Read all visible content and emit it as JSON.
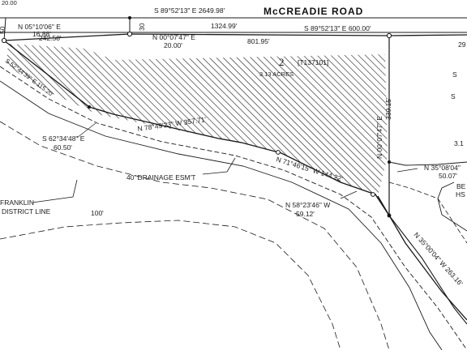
{
  "road": {
    "name": "McCREADIE ROAD"
  },
  "top_calls": {
    "road_total": "S 89°52'13\" E 2649.98'",
    "road_segment": "1324.99'",
    "east_segment": "S 89°52'13\" E 600.00'",
    "west_segment": "242.58'",
    "middle_segment": "801.95'",
    "row_left": "50",
    "row_mid": "30",
    "top_left_value": "20.00'"
  },
  "corner_calls": {
    "nw_bearing": "N 05°10'06\" E",
    "nw_distance": "16.88'",
    "offset_bearing": "N 00°07'47\" E",
    "offset_distance": "20.00'"
  },
  "lot": {
    "number": "2",
    "tax_id": "[T137101]",
    "area": "3.13 ACRES"
  },
  "east_line": {
    "bearing": "N 00°07'47\" E",
    "distance": "339.15'"
  },
  "southern_calls": {
    "west_edge": "S 52°44'39\" E 115.20'",
    "seg1_bearing": "S 62°34'48\" E",
    "seg1_distance": "60.50'",
    "seg2": "N 78°49'23\" W 357.71'",
    "seg3": "N 71°46'15\" W 144.22'",
    "seg4_bearing": "N 58°23'46\" W",
    "seg4_distance": "59.12'",
    "seg5": "N 35°00'04\" W 263.16'",
    "far_right_bearing": "N 35°08'04\"",
    "far_right_distance": "50.07'"
  },
  "annotations": {
    "drainage": "40' DRAINAGE ESM'T",
    "district_line_1": "FRANKLIN",
    "district_line_2": "DISTRICT LINE",
    "width_100": "100'",
    "right_lot_s": "S",
    "right_lot_area": "3.1",
    "right_lot_s2": "S",
    "right_edge_29": "29",
    "right_be": "BE",
    "right_hs": "HS",
    "top_left_cut": "20.00"
  }
}
